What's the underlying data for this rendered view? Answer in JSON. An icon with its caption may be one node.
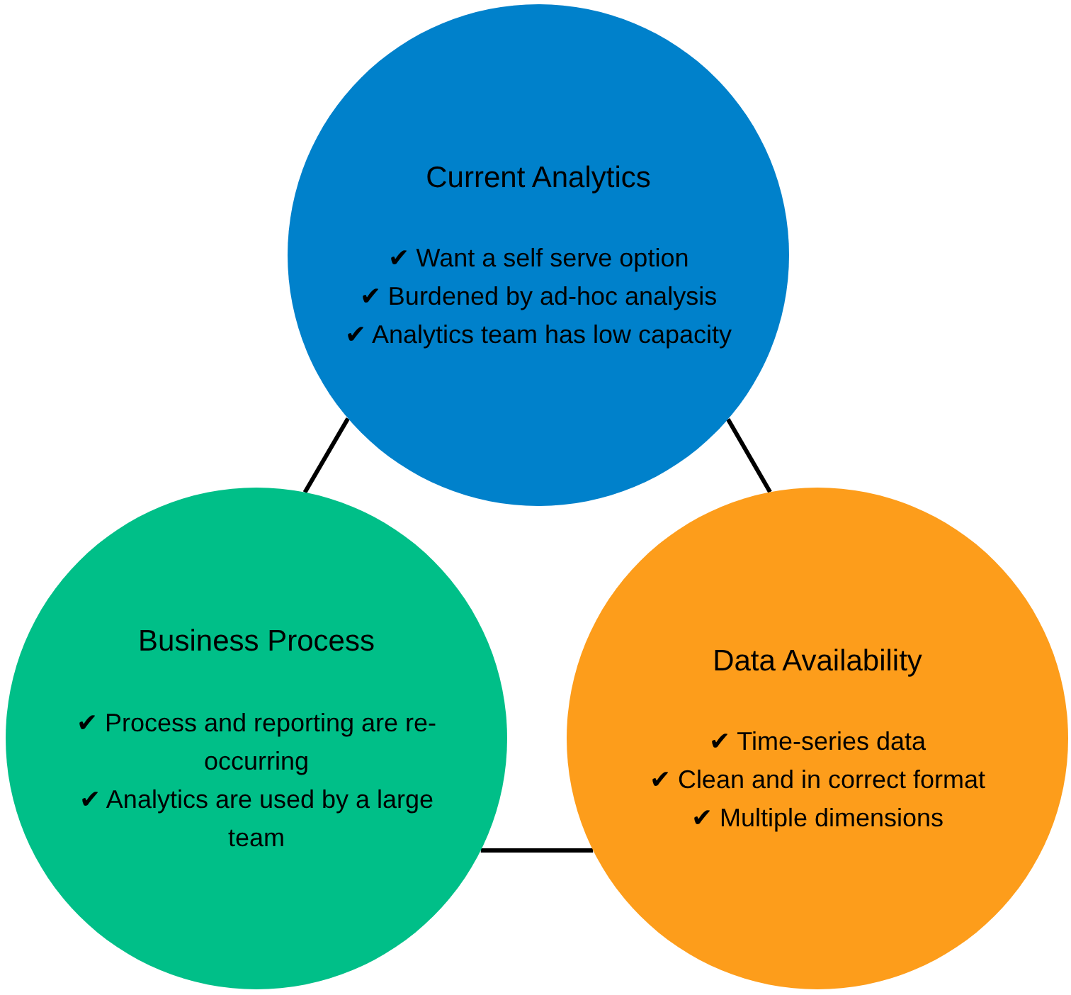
{
  "diagram": {
    "nodes": [
      {
        "text": [
          "Current Analytics",
          "✔  Want a self serve option",
          "✔ Burdened by ad-hoc analysis",
          "✔ Analytics team has low capacity"
        ]
      },
      {
        "text": [
          "Business Process",
          "✔ Process and reporting are re-occurring",
          "✔ Analytics are used by a large team"
        ]
      },
      {
        "text": [
          "Data Availability",
          "✔ Time-series data",
          "✔ Clean and in correct format",
          "✔ Multiple dimensions"
        ]
      }
    ],
    "edges": [
      {
        "from": 0,
        "to": 1,
        "arrow": "none"
      },
      {
        "from": 0,
        "to": 2,
        "arrow": "none"
      },
      {
        "from": 1,
        "to": 2,
        "arrow": "none"
      }
    ]
  }
}
